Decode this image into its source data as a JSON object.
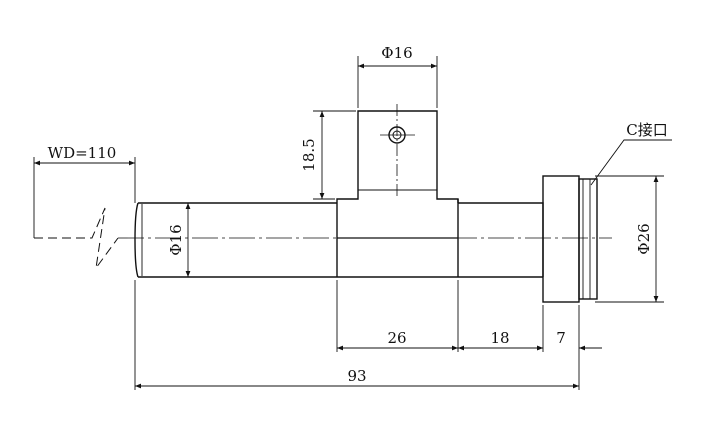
{
  "dimensions": {
    "top_diameter": "Φ16",
    "boss_height": "18.5",
    "working_distance": "WD=110",
    "body_diameter": "Φ16",
    "interface": "C接口",
    "mount_diameter": "Φ26",
    "length_26": "26",
    "length_18": "18",
    "length_7": "7",
    "total_length": "93"
  }
}
